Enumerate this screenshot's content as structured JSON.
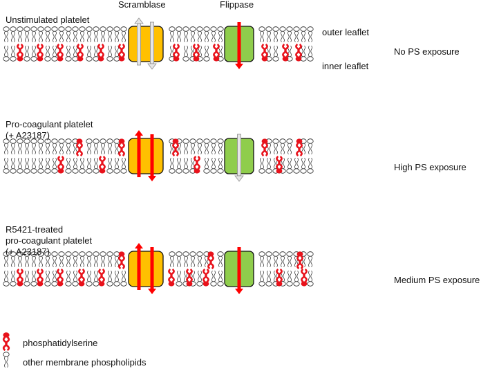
{
  "headers": {
    "scramblase": "Scramblase",
    "flippase": "Flippase"
  },
  "leaflets": {
    "outer": "outer leaflet",
    "inner": "inner leaflet"
  },
  "panels": [
    {
      "title": "Unstimulated platelet",
      "exposure": "No PS exposure",
      "scramblase_state": "inactive",
      "flippase_state": "active"
    },
    {
      "title": "Pro-coagulant platelet\n(+ A23187)",
      "exposure": "High PS exposure",
      "scramblase_state": "active",
      "flippase_state": "inactive"
    },
    {
      "title": "R5421-treated\npro-coagulant platelet\n(+ A23187)",
      "exposure": "Medium PS exposure",
      "scramblase_state": "active",
      "flippase_state": "active"
    }
  ],
  "legend": {
    "ps": "phosphatidylserine",
    "other": "other membrane phospholipids"
  },
  "colors": {
    "ps": "#e8121b",
    "scramblase": "#ffc000",
    "flippase": "#8fcd4c",
    "active_arrow": "#ff0000",
    "inactive_arrow": "#e6e6e6",
    "lipid_outline": "#222222"
  }
}
